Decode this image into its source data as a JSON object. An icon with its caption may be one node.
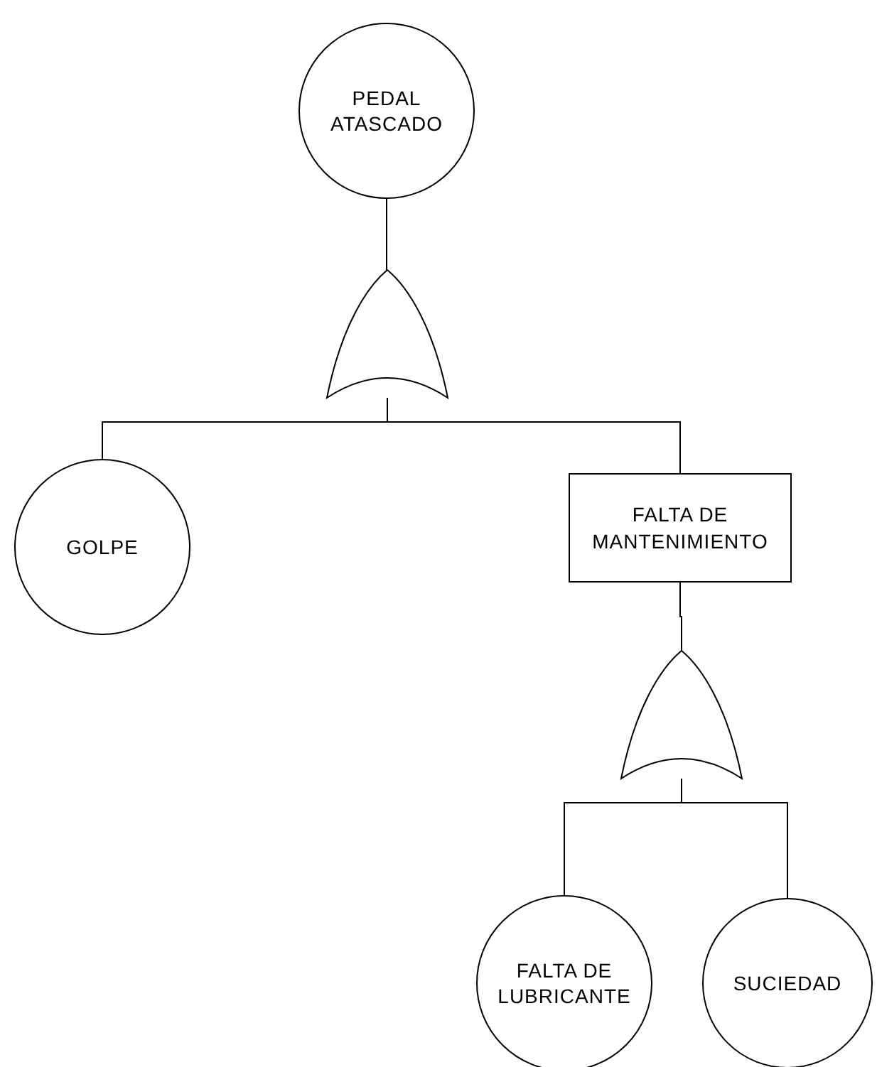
{
  "diagram": {
    "nodes": [
      {
        "text": [
          "PEDAL ATASCADO"
        ]
      },
      {
        "text": [],
        "shape": "gate"
      },
      {
        "text": [
          "GOLPE"
        ]
      },
      {
        "text": [
          "FALTA DE MANTENIMIENTO"
        ]
      },
      {
        "text": [],
        "shape": "gate"
      },
      {
        "text": [
          "FALTA DE LUBRICANTE"
        ]
      },
      {
        "text": [
          "SUCIEDAD"
        ]
      }
    ],
    "edges": [
      {
        "from": 0,
        "to": 1,
        "arrow": "none"
      },
      {
        "from": 1,
        "to": 2,
        "arrow": "none"
      },
      {
        "from": 1,
        "to": 3,
        "arrow": "none"
      },
      {
        "from": 3,
        "to": 4,
        "arrow": "none"
      },
      {
        "from": 4,
        "to": 5,
        "arrow": "none"
      },
      {
        "from": 4,
        "to": 6,
        "arrow": "none"
      }
    ]
  }
}
